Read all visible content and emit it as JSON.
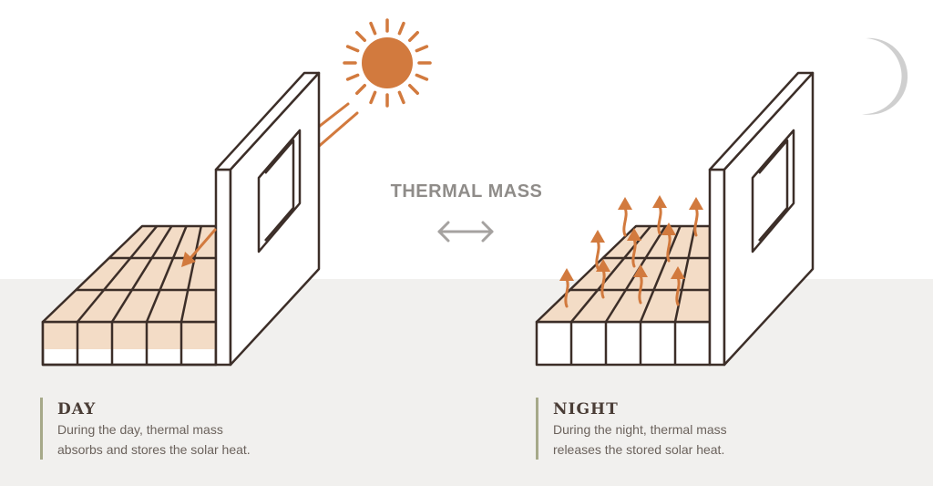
{
  "center": {
    "title": "THERMAL MASS",
    "swap_icon": "double-arrow-icon"
  },
  "day": {
    "heading": "DAY",
    "lines": [
      "During the day, thermal mass",
      "absorbs and stores the solar heat."
    ],
    "icon": "sun-icon"
  },
  "night": {
    "heading": "NIGHT",
    "lines": [
      "During the night, thermal mass",
      "releases the stored solar heat."
    ],
    "icon": "moon-icon"
  },
  "colors": {
    "outline": "#3c2e28",
    "accent": "#d27a3e",
    "tile": "#f3dcc6",
    "ground": "#f1f0ee",
    "moon": "#cfcfcf",
    "caption_bar": "#a6a989"
  }
}
